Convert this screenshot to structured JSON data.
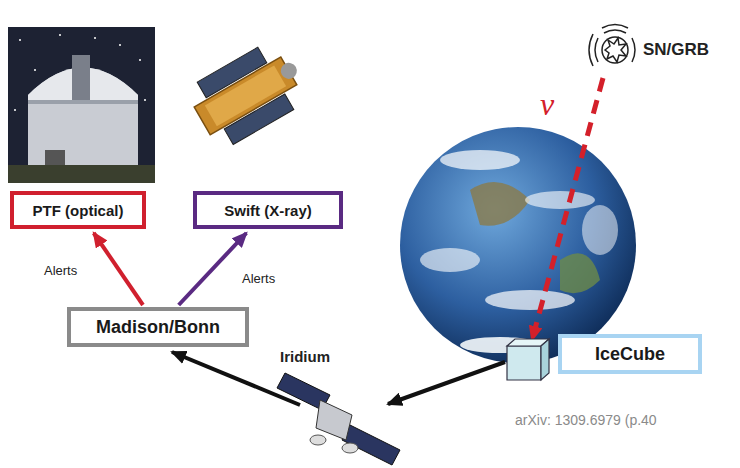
{
  "diagram": {
    "nodes": [
      {
        "text": [
          "PTF (optical)"
        ]
      },
      {
        "text": [
          "Swift (X-ray)"
        ]
      },
      {
        "text": [
          "Madison/Bonn"
        ]
      },
      {
        "text": [
          "IceCube"
        ]
      }
    ],
    "edges": [
      {
        "from": 2,
        "to": 0,
        "label": "Alerts",
        "arrow": "to"
      },
      {
        "from": 2,
        "to": 1,
        "label": "Alerts",
        "arrow": "to"
      }
    ],
    "labels": [
      "SN/GRB",
      "ν",
      "Iridium",
      "arXiv: 1309.6979 (p.40"
    ]
  }
}
